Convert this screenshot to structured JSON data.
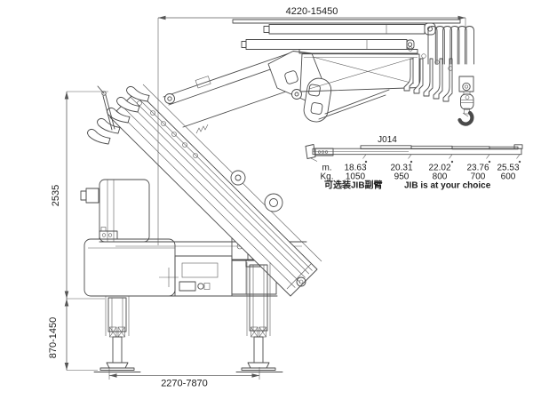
{
  "drawing": {
    "background": "#ffffff",
    "line_color": "#4a4a4a",
    "text_color": "#1c1c1c",
    "dimensions": {
      "boom_extension": "4220-15450",
      "folded_height": "2535",
      "outrigger_leg_height": "870-1450",
      "outrigger_spread": "2270-7870"
    },
    "jib": {
      "model_label": "J014",
      "unit_m": "m.",
      "unit_kg": "Kg.",
      "reach_m": [
        "18.63",
        "20.31",
        "22.02",
        "23.76",
        "25.53"
      ],
      "capacity_kg": [
        "1050",
        "950",
        "800",
        "700",
        "600"
      ],
      "note_cn": "可选装JIB副臂",
      "note_en": "JIB is at your choice"
    }
  }
}
